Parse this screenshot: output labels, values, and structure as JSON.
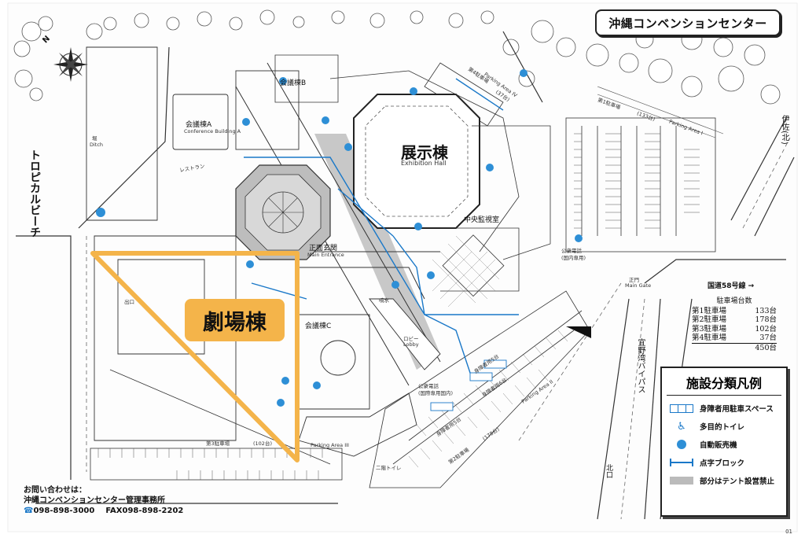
{
  "title": "沖縄コンベンションセンター",
  "theater_label": "劇場棟",
  "exhibition_hall": {
    "ja": "展示棟",
    "en": "Exhibition Hall"
  },
  "buildings": {
    "conf_a": "会議棟A",
    "conf_a_en": "Conference Building A",
    "conf_b": "会議棟B",
    "conf_c": "会議棟C",
    "central_monitor": "中央監視室",
    "main_entrance": "正面玄関",
    "main_entrance_en": "Main Entrance",
    "restaurant": "レストラン",
    "public_phone_nw": "公衆電話",
    "public_phone_nw_sub": "(国内専用)",
    "public_phone_s": "公衆電話",
    "public_phone_s_sub": "(国際専用国内)",
    "main_gate": "正門",
    "main_gate_en": "Main Gate",
    "lobby": "ロビー",
    "lobby_en": "Lobby",
    "ditch": "堀",
    "ditch_en": "Ditch",
    "exit": "出口",
    "parking4": "第4駐車場",
    "parking4_sub": "(37台)",
    "parking1": "第1駐車場",
    "parking1_sub": "(133台)",
    "parking2": "第2駐車場",
    "parking2_sub": "(178台)",
    "parking3": "第3駐車場",
    "parking3_sub": "(102台)",
    "parking_area_en_1": "Parking Area I",
    "parking_area_en_2": "Parking Area II",
    "parking_area_en_3": "Parking Area III",
    "parking_area_en_4": "Parking Area IV",
    "handicap1": "身障者用5台",
    "handicap2": "身障者用6台",
    "handicap3": "身障者用5台",
    "beach": "トロピカルビーチ",
    "ginowan": "宜野湾バイパス",
    "ihya": "伊佐(北)",
    "kitaguchi": "北口",
    "fountain": "噴水",
    "toilet": "二階トイレ"
  },
  "route58": "国道58号線 →",
  "parking_table": {
    "header": "駐車場台数",
    "rows": [
      {
        "name": "第1駐車場",
        "count": "133台"
      },
      {
        "name": "第2駐車場",
        "count": "178台"
      },
      {
        "name": "第3駐車場",
        "count": "102台"
      },
      {
        "name": "第4駐車場",
        "count": "37台"
      }
    ],
    "total": "450台"
  },
  "legend": {
    "title": "施設分類凡例",
    "items": [
      {
        "icon": "accessible-parking-icon",
        "label": "身障者用駐車スペース"
      },
      {
        "icon": "accessible-toilet-icon",
        "label": "多目的トイレ"
      },
      {
        "icon": "vending-machine-icon",
        "label": "自動販売機"
      },
      {
        "icon": "braille-block-icon",
        "label": "点字ブロック"
      },
      {
        "icon": "tent-prohibited-icon",
        "label": "部分はテント設営禁止"
      }
    ]
  },
  "contact": {
    "line1": "お問い合わせは：",
    "line2": "沖縄コンベンションセンター管理事務所",
    "tel": "098-898-3000",
    "fax": "FAX098-898-2202"
  },
  "compass": "N",
  "page_number": "01",
  "colors": {
    "highlight": "#f4b44a",
    "blue": "#1a78c8",
    "gray_zone": "#c8c8c8"
  }
}
